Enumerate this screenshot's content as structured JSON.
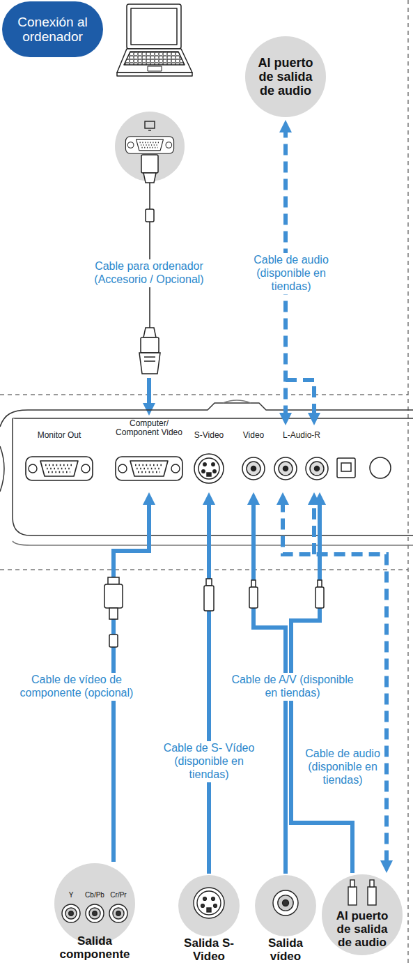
{
  "diagram": {
    "nodes": [
      {
        "text": [
          "Conexión al ordenador"
        ]
      },
      {
        "text": [
          "Al puerto de salida de audio"
        ]
      },
      {
        "text": [
          "Monitor Out"
        ]
      },
      {
        "text": [
          "Computer/ Component Video"
        ]
      },
      {
        "text": [
          "S-Video"
        ]
      },
      {
        "text": [
          "Video"
        ]
      },
      {
        "text": [
          "L-Audio-R"
        ]
      },
      {
        "text": [
          "Y",
          "Cb/Pb",
          "Cr/Pr",
          "Salida componente"
        ]
      },
      {
        "text": [
          "Salida S-Video"
        ]
      },
      {
        "text": [
          "Salida vídeo"
        ]
      },
      {
        "text": [
          "Al puerto de salida de audio"
        ]
      }
    ],
    "edges": [
      {
        "from": 6,
        "to": 1,
        "arrow": "both",
        "label": "Cable de audio (disponible en tiendas)"
      },
      {
        "from": 7,
        "to": 3,
        "arrow": "to",
        "label": "Cable de vídeo de componente (opcional)"
      },
      {
        "from": 8,
        "to": 4,
        "arrow": "to",
        "label": "Cable de S- Vídeo (disponible en tiendas)"
      },
      {
        "from": 9,
        "to": 5,
        "arrow": "to",
        "label": "Cable de A/V (disponible en tiendas)"
      },
      {
        "from": 10,
        "to": 6,
        "arrow": "to"
      },
      {
        "from": 6,
        "to": 10,
        "arrow": "both",
        "label": "Cable de audio (disponible en tiendas)"
      }
    ],
    "labels": [
      "Cable para ordenador (Accesorio / Opcional)"
    ]
  }
}
